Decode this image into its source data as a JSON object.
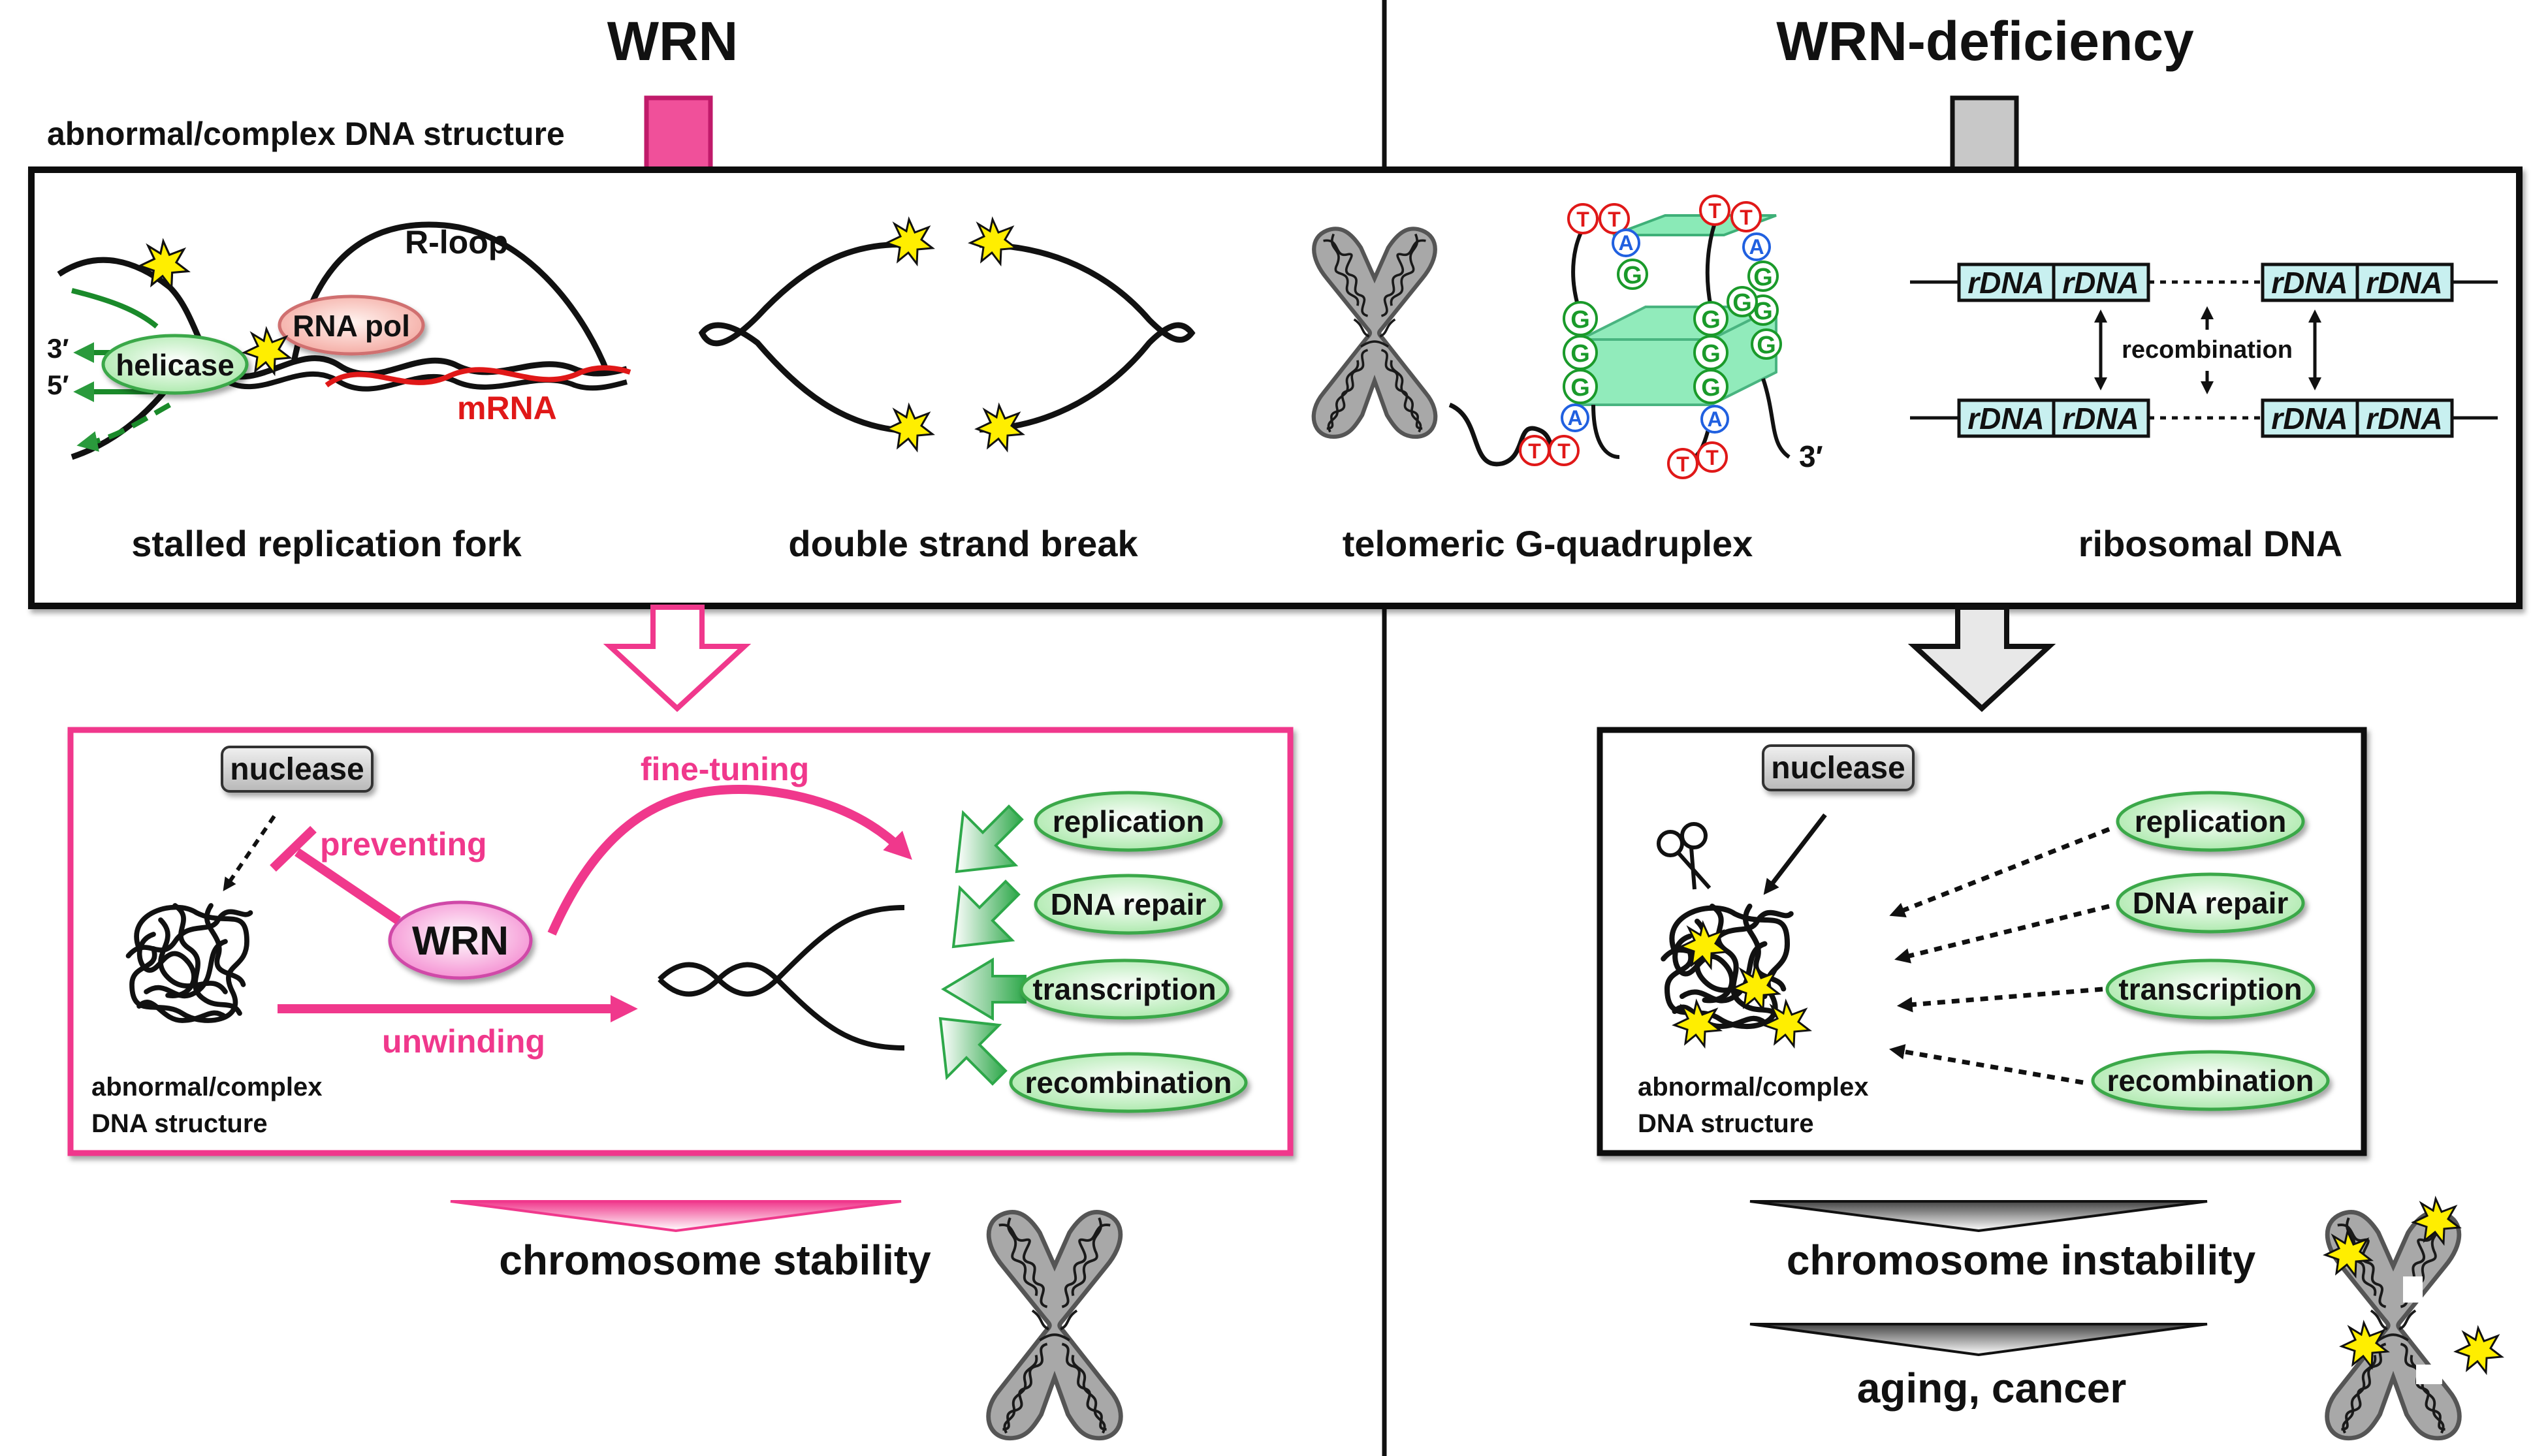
{
  "titles": {
    "left": "WRN",
    "right": "WRN-deficiency"
  },
  "top_label": "abnormal/complex DNA structure",
  "structures": {
    "fork": {
      "caption": "stalled replication fork",
      "r_loop": "R-loop",
      "rna_pol": "RNA pol",
      "helicase": "helicase",
      "mrna": "mRNA",
      "end3": "3′",
      "end5": "5′"
    },
    "dsb": {
      "caption": "double strand break"
    },
    "gq": {
      "caption": "telomeric G-quadruplex",
      "t": "T",
      "a": "A",
      "g": "G",
      "end3": "3′"
    },
    "rdna": {
      "caption": "ribosomal DNA",
      "unit": "rDNA",
      "recombination": "recombination"
    }
  },
  "wrn_panel": {
    "nuclease": "nuclease",
    "preventing": "preventing",
    "fine_tuning": "fine-tuning",
    "wrn": "WRN",
    "unwinding": "unwinding",
    "structure_line1": "abnormal/complex",
    "structure_line2": "DNA structure",
    "processes": [
      "replication",
      "DNA repair",
      "transcription",
      "recombination"
    ]
  },
  "def_panel": {
    "nuclease": "nuclease",
    "structure_line1": "abnormal/complex",
    "structure_line2": "DNA structure",
    "processes": [
      "replication",
      "DNA repair",
      "transcription",
      "recombination"
    ]
  },
  "outcomes": {
    "left": "chromosome stability",
    "right1": "chromosome instability",
    "right2": "aging, cancer"
  },
  "colors": {
    "pink": "#f0388c",
    "green_fill": "#c8f2c8",
    "green_arrow": "#2ea84a",
    "red": "#e01818",
    "star": "#ffee00",
    "rdna_fill": "#c8f0f0",
    "gray_box": "#d0d0d0"
  }
}
